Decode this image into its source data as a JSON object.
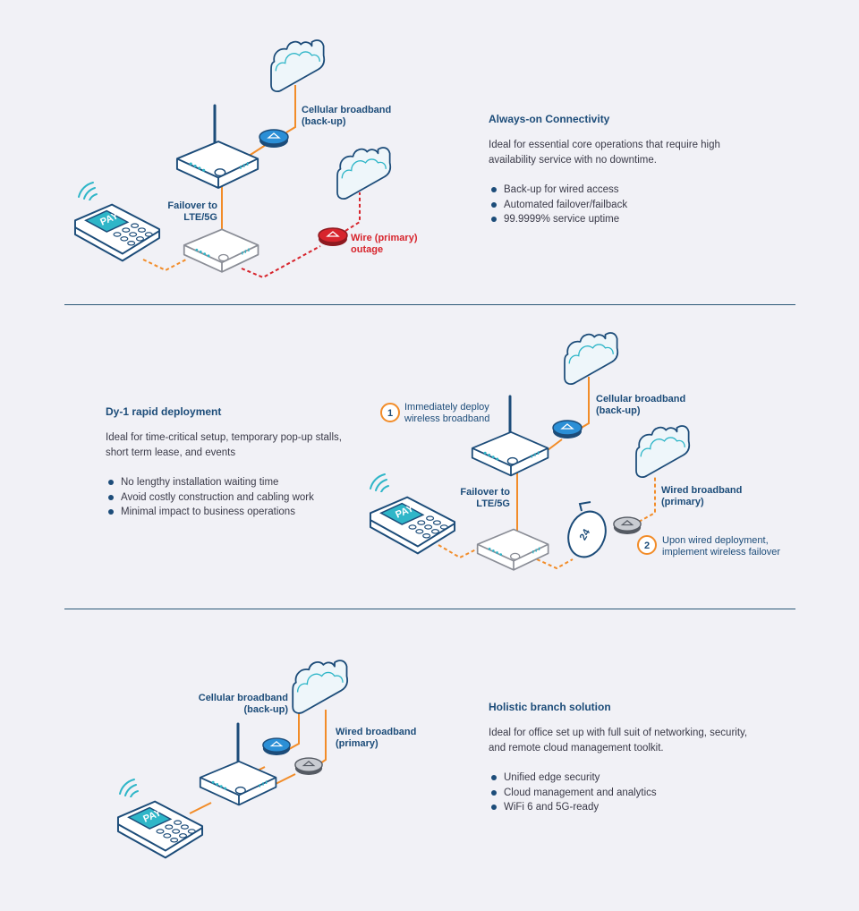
{
  "sections": [
    {
      "title": "Always-on Connectivity",
      "description": "Ideal for essential core operations that require high availability service with no downtime.",
      "bullets": [
        "Back-up for wired access",
        "Automated failover/failback",
        "99.9999% service uptime"
      ],
      "labels": {
        "cellular_1": "Cellular broadband",
        "cellular_2": "(back-up)",
        "failover_1": "Failover to",
        "failover_2": "LTE/5G",
        "wire_1": "Wire (primary)",
        "wire_2": "outage",
        "pay": "PAY"
      }
    },
    {
      "title": "Dy-1 rapid deployment",
      "description": "Ideal for time-critical setup, temporary pop-up stalls, short term lease, and events",
      "bullets": [
        "No lengthy installation waiting time",
        "Avoid costly construction and cabling work",
        "Minimal impact to business operations"
      ],
      "labels": {
        "step1_num": "1",
        "step1_1": "Immediately deploy",
        "step1_2": "wireless broadband",
        "cellular_1": "Cellular broadband",
        "cellular_2": "(back-up)",
        "failover_1": "Failover to",
        "failover_2": "LTE/5G",
        "wired_1": "Wired broadband",
        "wired_2": "(primary)",
        "step2_num": "2",
        "step2_1": "Upon wired deployment,",
        "step2_2": "implement wireless failover",
        "pay": "PAY",
        "clock": "24"
      }
    },
    {
      "title": "Holistic branch solution",
      "description": "Ideal for office set up with full suit of networking, security, and remote cloud management toolkit.",
      "bullets": [
        "Unified edge security",
        "Cloud management and analytics",
        "WiFi 6 and 5G-ready"
      ],
      "labels": {
        "cellular_1": "Cellular broadband",
        "cellular_2": "(back-up)",
        "wired_1": "Wired broadband",
        "wired_2": "(primary)",
        "pay": "PAY"
      }
    }
  ],
  "colors": {
    "navy": "#1c4c79",
    "orange": "#f28c28",
    "red": "#d7242c",
    "teal": "#2fb6c8",
    "background": "#f1f1f6"
  }
}
